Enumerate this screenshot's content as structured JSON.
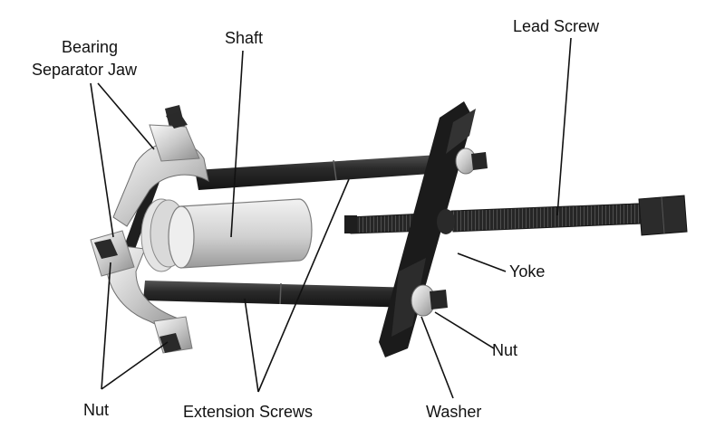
{
  "labels": {
    "bearing_separator_jaw_line1": "Bearing",
    "bearing_separator_jaw_line2": "Separator Jaw",
    "shaft": "Shaft",
    "lead_screw": "Lead Screw",
    "yoke": "Yoke",
    "nut_right": "Nut",
    "washer": "Washer",
    "extension_screws": "Extension Screws",
    "nut_left": "Nut"
  },
  "colors": {
    "metal_dark": "#1e1e1e",
    "metal_mid": "#3a3a3a",
    "chrome_light": "#e6e6e6",
    "chrome_mid": "#b8b8b8",
    "leader_line": "#111111"
  }
}
